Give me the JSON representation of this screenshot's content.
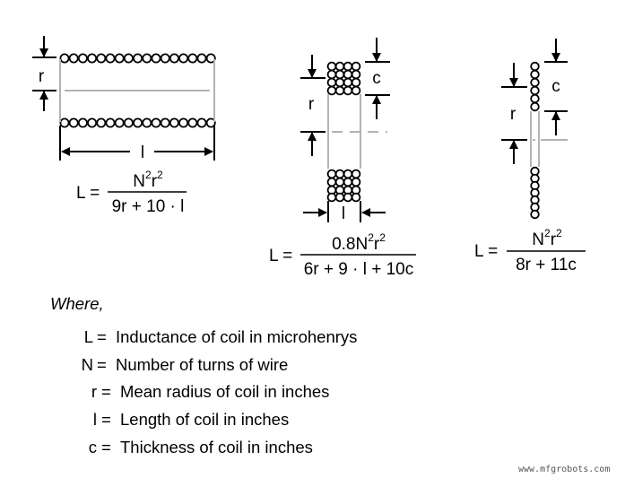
{
  "diagrams": [
    {
      "type": "single-layer solenoid",
      "labels": {
        "radius": "r",
        "length": "l"
      },
      "formula": {
        "lhs": "L =",
        "numerator": [
          {
            "t": "N",
            "sup": "2"
          },
          {
            "t": "r",
            "sup": "2"
          }
        ],
        "denominator": "9r + 10 · l"
      }
    },
    {
      "type": "multi-layer coil",
      "labels": {
        "radius": "r",
        "thickness": "c",
        "length": "l"
      },
      "formula": {
        "lhs": "L =",
        "numerator": [
          {
            "t": "0.8N",
            "sup": "2"
          },
          {
            "t": "r",
            "sup": "2"
          }
        ],
        "denominator": "6r + 9 · l + 10c"
      }
    },
    {
      "type": "flat spiral coil",
      "labels": {
        "radius": "r",
        "thickness": "c"
      },
      "formula": {
        "lhs": "L =",
        "numerator": [
          {
            "t": "N",
            "sup": "2"
          },
          {
            "t": "r",
            "sup": "2"
          }
        ],
        "denominator": "8r + 11c"
      }
    }
  ],
  "legend": {
    "heading": "Where,",
    "items": [
      {
        "symbol": "L",
        "eq": "=",
        "text": "Inductance of coil in microhenrys"
      },
      {
        "symbol": "N",
        "eq": "=",
        "text": "Number of turns of wire"
      },
      {
        "symbol": "r",
        "eq": "=",
        "text": "Mean radius of coil in inches"
      },
      {
        "symbol": "l",
        "eq": "=",
        "text": "Length of coil in inches"
      },
      {
        "symbol": "c",
        "eq": "=",
        "text": "Thickness of coil in inches"
      }
    ]
  },
  "watermark": "www.mfgrobots.com"
}
